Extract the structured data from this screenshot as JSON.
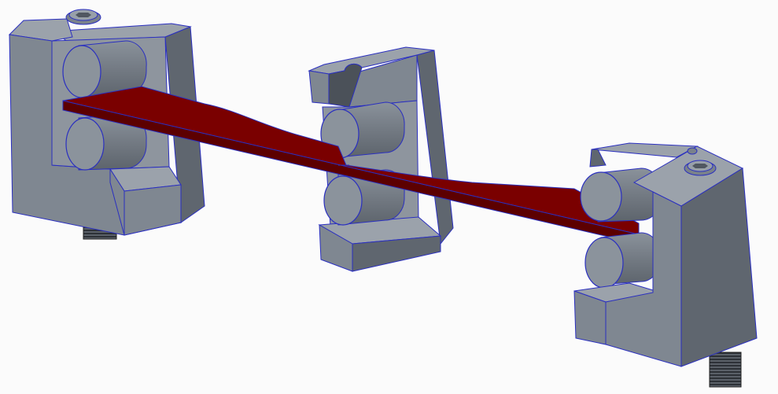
{
  "colors": {
    "background": "#fbfbfb",
    "fixture_front": "#7f8791",
    "fixture_side": "#5f666f",
    "fixture_top": "#9ba2ab",
    "roller_face": "#8b939c",
    "roller_body": "#6d747d",
    "specimen_top": "#7a0000",
    "specimen_side": "#5c0000",
    "edge": "#2a2fc0"
  },
  "components": [
    {
      "id": "left-support-fixture",
      "rollers": 2,
      "has_cap_screw": true,
      "has_threaded_stud": true
    },
    {
      "id": "center-load-fixture",
      "rollers": 2,
      "has_cap_screw": false,
      "has_threaded_stud": false
    },
    {
      "id": "right-support-fixture",
      "rollers": 2,
      "has_cap_screw": true,
      "has_threaded_stud": true
    },
    {
      "id": "dogbone-specimen",
      "rollers": 0,
      "has_cap_screw": false,
      "has_threaded_stud": false
    }
  ]
}
